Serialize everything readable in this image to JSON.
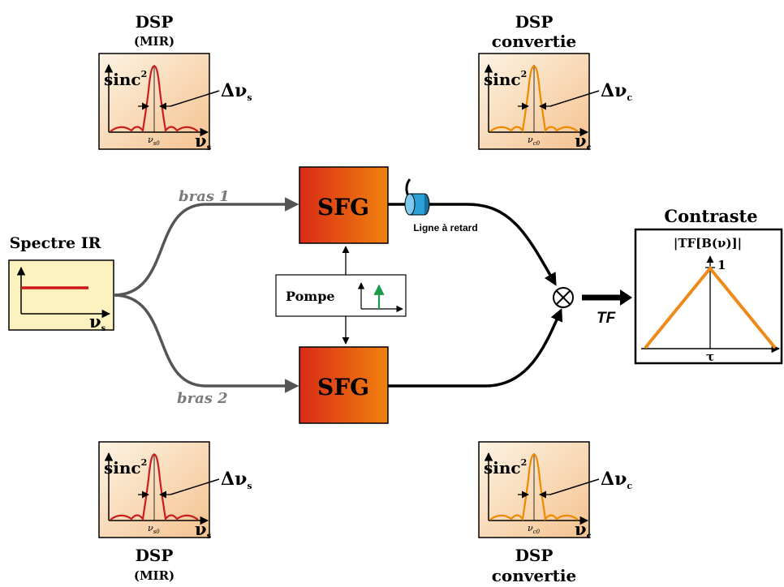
{
  "colors": {
    "dsp_box_light": "#fdf3e3",
    "dsp_box_dark": "#f4c28f",
    "mir_curve": "#c81e1e",
    "conv_curve": "#ef8a00",
    "sfg_left": "#d92b16",
    "sfg_right": "#f0820f",
    "gray_arm": "#555555",
    "ir_box": "#fbf2bf",
    "ir_line": "#d01818",
    "pump_arrow": "#1a9a4a",
    "contrast_line": "#ef8a1a",
    "delay_line": "#2aa0d8"
  },
  "dsp_panels": [
    {
      "id": "tl",
      "title_line1": "DSP",
      "title_line2": "(MIR)",
      "sinc_base": "sinc",
      "sinc_exp": "2",
      "delta": "Δν",
      "delta_sub": "s",
      "center_main": "ν",
      "center_sub": "s0",
      "axis_main": "ν",
      "axis_sub": "s",
      "curve": "mir"
    },
    {
      "id": "tr",
      "title_line1": "DSP",
      "title_line2": "convertie",
      "sinc_base": "sinc",
      "sinc_exp": "2",
      "delta": "Δν",
      "delta_sub": "c",
      "center_main": "ν",
      "center_sub": "c0",
      "axis_main": "ν",
      "axis_sub": "c",
      "curve": "conv"
    },
    {
      "id": "bl",
      "title_line1": "DSP",
      "title_line2": "(MIR)",
      "sinc_base": "sinc",
      "sinc_exp": "2",
      "delta": "Δν",
      "delta_sub": "s",
      "center_main": "ν",
      "center_sub": "s0",
      "axis_main": "ν",
      "axis_sub": "s",
      "curve": "mir"
    },
    {
      "id": "br",
      "title_line1": "DSP",
      "title_line2": "convertie",
      "sinc_base": "sinc",
      "sinc_exp": "2",
      "delta": "Δν",
      "delta_sub": "c",
      "center_main": "ν",
      "center_sub": "c0",
      "axis_main": "ν",
      "axis_sub": "c",
      "curve": "conv"
    }
  ],
  "spectre_ir": {
    "title": "Spectre IR",
    "axis_main": "ν",
    "axis_sub": "s"
  },
  "arms": {
    "arm1": "bras 1",
    "arm2": "bras 2"
  },
  "sfg": {
    "top": "SFG",
    "bottom": "SFG"
  },
  "pump": {
    "label": "Pompe"
  },
  "delay": {
    "label": "Ligne à retard"
  },
  "combiner": {
    "symbol": "⊗"
  },
  "tf_label": "TF",
  "contrast": {
    "title": "Contraste",
    "ylabel": "|TF[B(ν)]|",
    "peak_label": "1",
    "xlabel": "τ"
  }
}
